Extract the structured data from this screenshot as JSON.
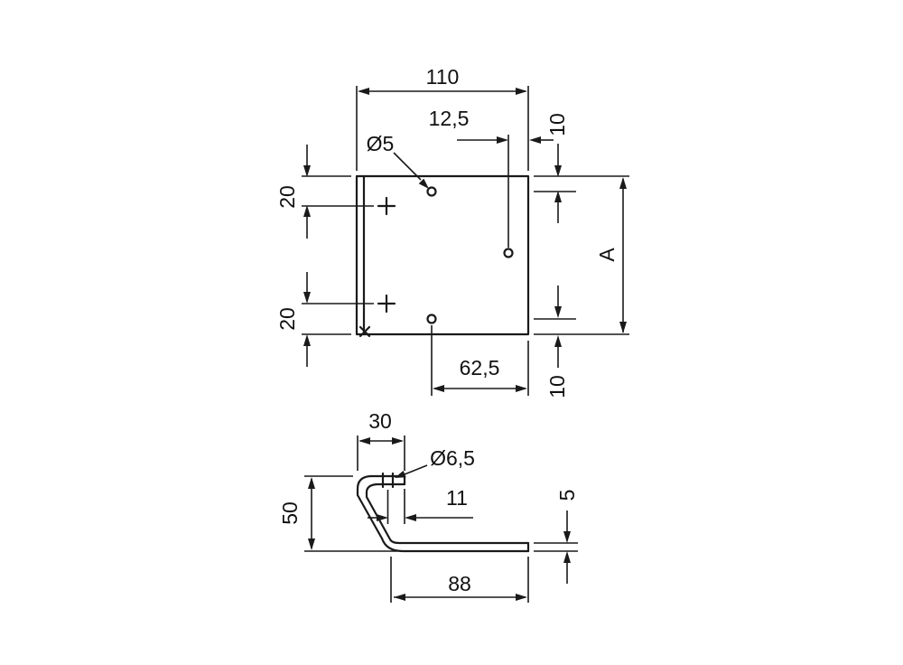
{
  "drawing": {
    "background": "#ffffff",
    "line_color": "#1a1a1a",
    "top": {
      "width": "110",
      "hole_offset_right": "12,5",
      "hole_dia": "Ø5",
      "margin_top": "10",
      "height_ref": "A",
      "margin_bottom": "10",
      "pitch_top": "20",
      "pitch_bottom": "20",
      "hole_offset_bottom": "62,5"
    },
    "side": {
      "flange_width": "30",
      "hole_dia": "Ø6,5",
      "hole_offset": "11",
      "height": "50",
      "thickness": "5",
      "base_length": "88"
    }
  }
}
